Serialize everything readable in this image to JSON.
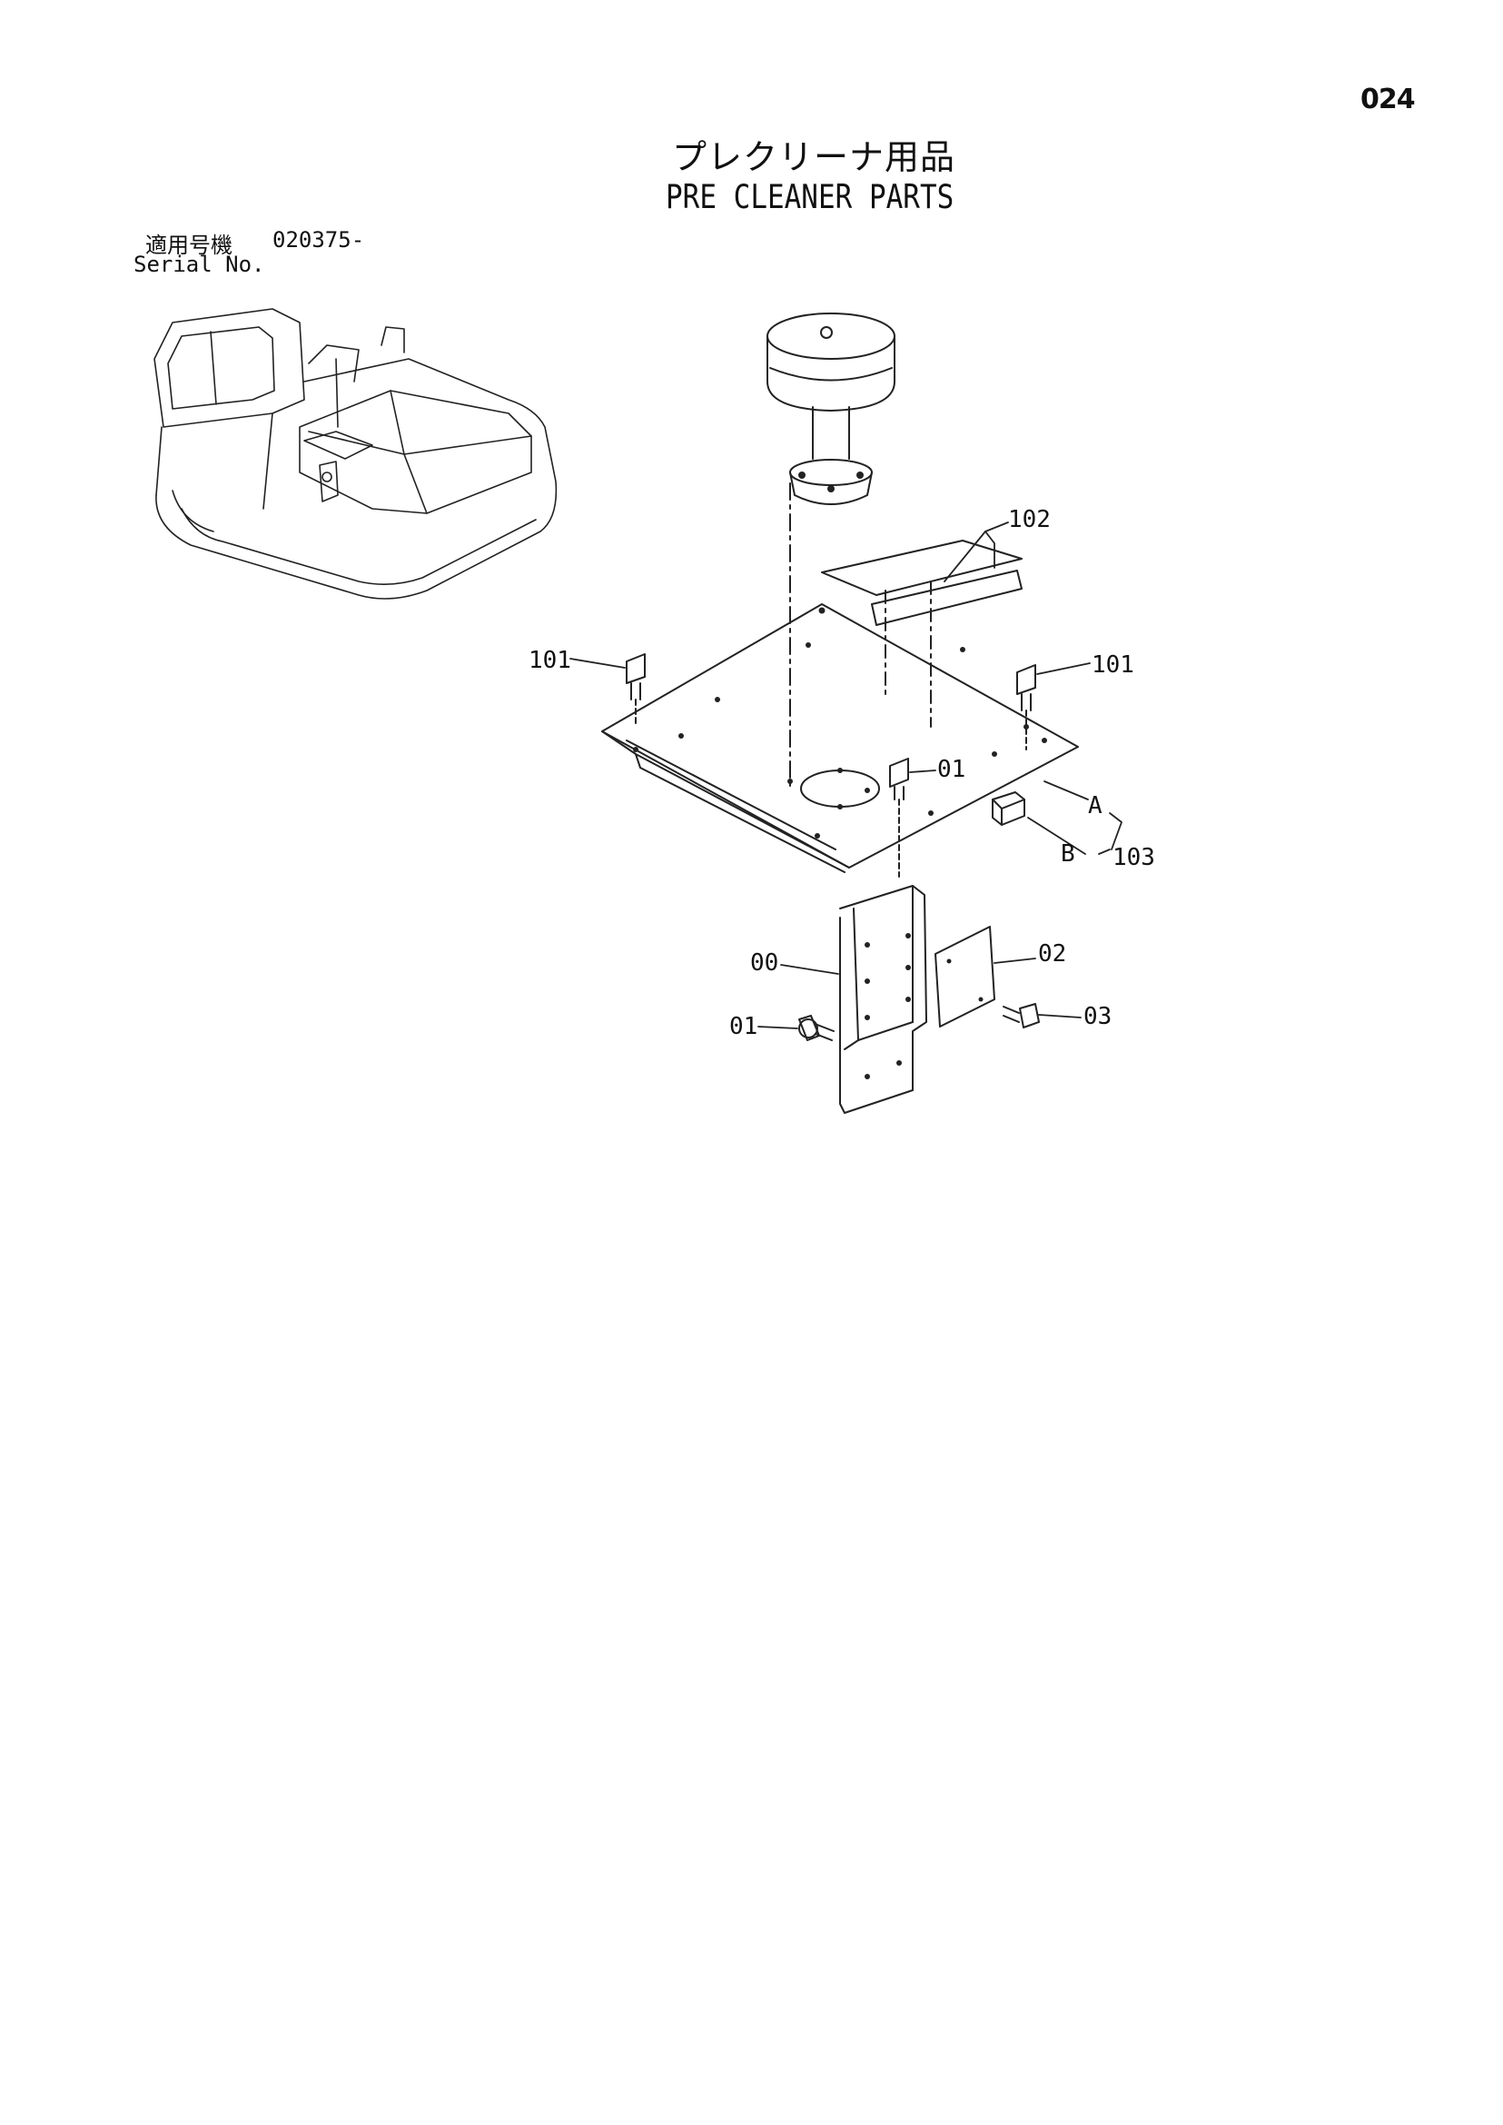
{
  "page_number": "024",
  "title_jp": "プレクリーナ用品",
  "title_en": "PRE CLEANER PARTS",
  "serial": {
    "label_jp": "適用号機",
    "label_en": "Serial No.",
    "value": "020375-"
  },
  "callouts": {
    "c102": "102",
    "c101_left": "101",
    "c101_right": "101",
    "c01_top": "01",
    "cA": "A",
    "cB": "B",
    "c103": "103",
    "c00": "00",
    "c02": "02",
    "c01_bottom": "01",
    "c03": "03"
  }
}
